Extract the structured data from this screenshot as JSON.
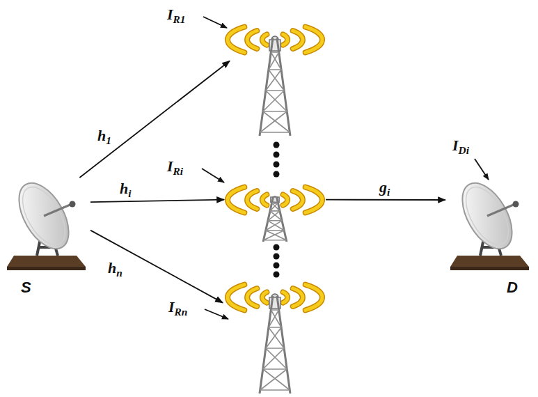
{
  "diagram": {
    "nodes": [
      {
        "text": [
          "S"
        ]
      },
      {
        "text": [
          "IR1"
        ]
      },
      {
        "text": [
          "IRi"
        ]
      },
      {
        "text": [
          "IRn"
        ]
      },
      {
        "text": [
          "IDi",
          "D"
        ]
      }
    ],
    "edges": [
      {
        "from": 0,
        "to": 1,
        "label": "h1",
        "arrow": "to"
      },
      {
        "from": 0,
        "to": 2,
        "label": "hi",
        "arrow": "to"
      },
      {
        "from": 0,
        "to": 3,
        "label": "hn",
        "arrow": "to"
      },
      {
        "from": 2,
        "to": 4,
        "label": "gi",
        "arrow": "to"
      }
    ]
  }
}
